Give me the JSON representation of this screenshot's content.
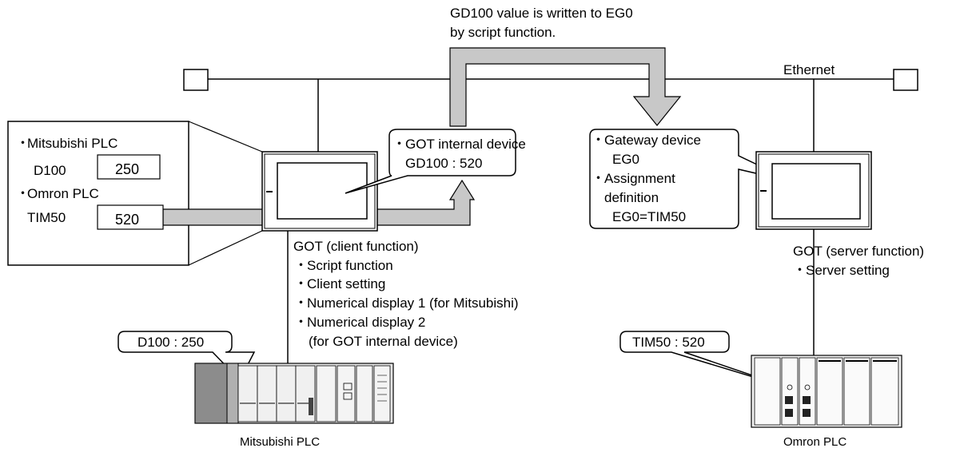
{
  "network": {
    "label": "Ethernet"
  },
  "script_note": {
    "line1": "GD100 value is written to EG0",
    "line2": "by script function."
  },
  "left_panel": {
    "mitsubishi_label": "Mitsubishi PLC",
    "d100_label": "D100",
    "d100_value": "250",
    "omron_label": "Omron PLC",
    "tim50_label": "TIM50",
    "tim50_value": "520"
  },
  "got_internal_callout": {
    "line1": "GOT internal device",
    "line2": "GD100 : 520"
  },
  "gateway_callout": {
    "line1": "Gateway device",
    "line2": "EG0",
    "line3": "Assignment",
    "line4": "definition",
    "line5": "EG0=TIM50"
  },
  "client_got": {
    "title": "GOT (client function)",
    "items": [
      "Script function",
      "Client setting",
      "Numerical display 1 (for Mitsubishi)",
      "Numerical display 2",
      "(for GOT internal device)"
    ]
  },
  "server_got": {
    "title": "GOT (server function)",
    "items": [
      "Server setting"
    ]
  },
  "mitsubishi_plc": {
    "tag": "D100 : 250",
    "caption": "Mitsubishi PLC"
  },
  "omron_plc": {
    "tag": "TIM50 : 520",
    "caption": "Omron PLC"
  },
  "colors": {
    "arrow_fill": "#c8c8c8",
    "plc_gray": "#a0a0a0",
    "line": "#000000"
  }
}
